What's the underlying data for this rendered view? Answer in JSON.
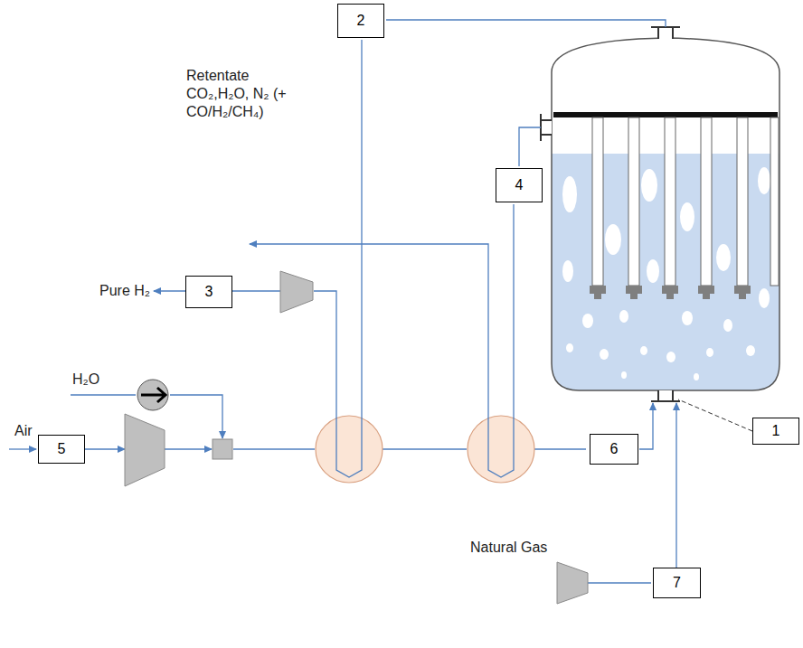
{
  "diagram": {
    "nodes": [
      {
        "text": [
          "2"
        ]
      },
      {
        "text": [
          "4"
        ]
      },
      {
        "text": [
          "3"
        ]
      },
      {
        "text": [
          "1"
        ]
      },
      {
        "text": [
          "5"
        ]
      },
      {
        "text": [
          "6"
        ]
      },
      {
        "text": [
          "7"
        ]
      }
    ],
    "labels": [
      "Retentate CO₂,H₂O, N₂ (+ CO/H₂/CH₄)",
      "Pure H₂",
      "H₂O",
      "Air",
      "Natural Gas"
    ]
  }
}
